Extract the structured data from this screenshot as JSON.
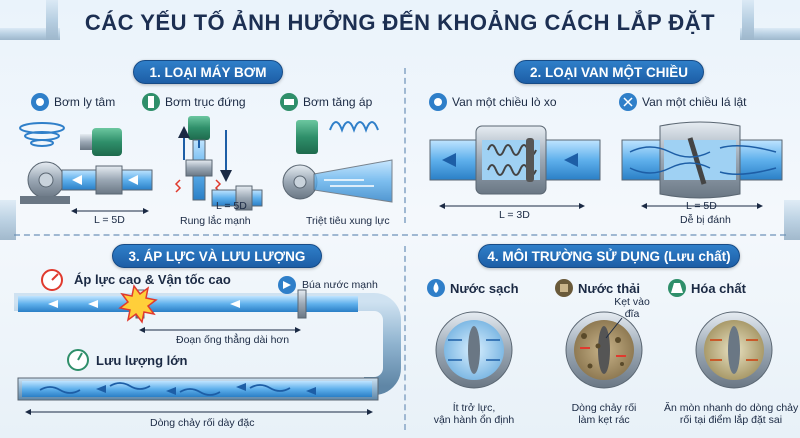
{
  "title": "CÁC YẾU TỐ ẢNH HƯỞNG ĐẾN KHOẢNG CÁCH LẮP ĐẶT",
  "sections": {
    "pump": {
      "header": "1. LOẠI MÁY BƠM",
      "items": [
        {
          "label": "Bơm ly tâm",
          "dimension": "L = 5D"
        },
        {
          "label": "Bơm trục đứng",
          "dimension": "L = 5D",
          "note": "Rung lắc mạnh"
        },
        {
          "label": "Bơm tăng áp",
          "note": "Triệt tiêu xung lực"
        }
      ]
    },
    "valve": {
      "header": "2. LOẠI VAN MỘT CHIỀU",
      "items": [
        {
          "label": "Van một chiều lò xo",
          "dimension": "L = 3D"
        },
        {
          "label": "Van một chiều lá lật",
          "dimension": "L = 5D",
          "note": "Dễ bị đánh"
        }
      ]
    },
    "pressure": {
      "header": "3. ÁP LỰC VÀ LƯU LƯỢNG",
      "high_label": "Áp lực cao & Vận tốc cao",
      "hammer_label": "Búa nước mạnh",
      "straight_label": "Đoạn ống thẳng dài hơn",
      "flow_label": "Lưu lượng lớn",
      "turbulent_label": "Dòng chảy rối dày đặc"
    },
    "environment": {
      "header": "4. MÔI TRƯỜNG SỬ DỤNG (Lưu chất)",
      "items": [
        {
          "label": "Nước sạch",
          "caption": [
            "Ít trở lực,",
            "vận hành ổn định"
          ]
        },
        {
          "label": "Nước thải",
          "callout": [
            "Kẹt vào",
            "đĩa"
          ],
          "caption": [
            "Dòng chảy rối",
            "làm kẹt rác"
          ]
        },
        {
          "label": "Hóa chất",
          "caption": [
            "Ăn mòn nhanh do dòng chảy",
            "rối tại điểm lắp đặt sai"
          ]
        }
      ]
    }
  },
  "colors": {
    "header_blue": "#1d5ea6",
    "pipe_blue": "#6fb6ee",
    "metal_gray": "#9aa7b4",
    "motor_green": "#2f8f6a",
    "warning_red": "#e03a2e"
  }
}
